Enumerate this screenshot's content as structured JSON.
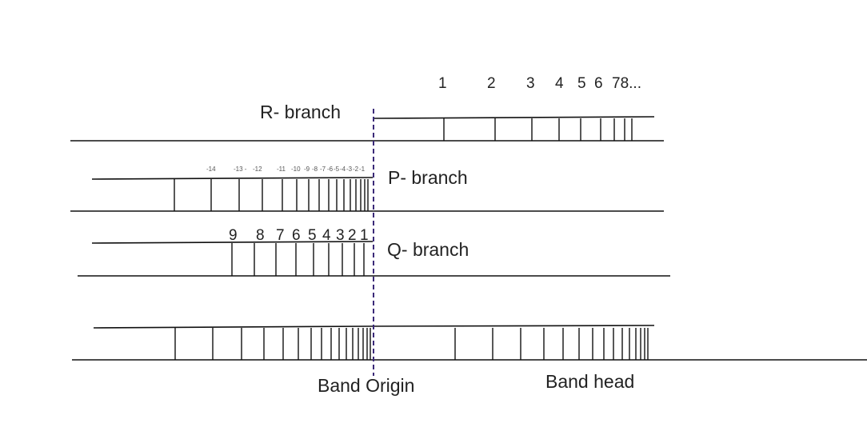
{
  "labels": {
    "r_branch": "R- branch",
    "p_branch": "P- branch",
    "q_branch": "Q- branch",
    "band_origin": "Band Origin",
    "band_head": "Band head"
  },
  "r_numbers": [
    "1",
    "2",
    "3",
    "4",
    "5",
    "6",
    "78..."
  ],
  "p_numbers": [
    "-14",
    "-13 -",
    "-12",
    "-11",
    "-10",
    "-9",
    "-8",
    "-7",
    "-6",
    "-5",
    "-4",
    "-3",
    "-2",
    "-1"
  ],
  "q_numbers": [
    "9",
    "8",
    "7",
    "6",
    "5",
    "4",
    "3",
    "2",
    "1"
  ]
}
